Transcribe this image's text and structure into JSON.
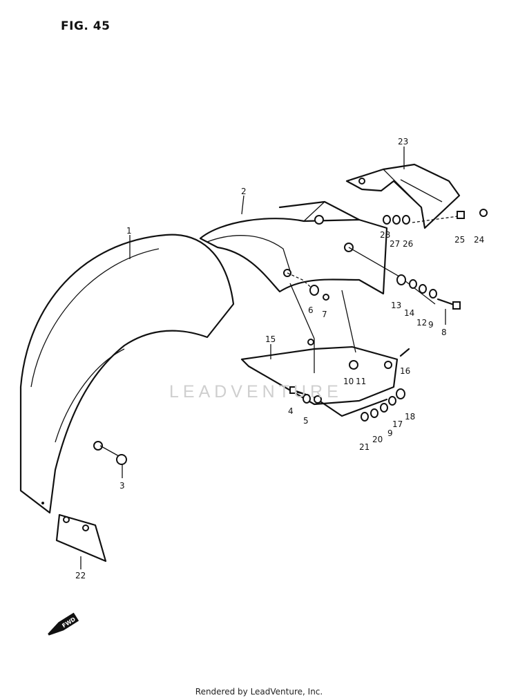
{
  "figure": {
    "title": "FIG. 45"
  },
  "watermark": {
    "text": "LEADVENTURE"
  },
  "fwd_mark": {
    "text": "FWD"
  },
  "footer": {
    "text": "Rendered by LeadVenture, Inc."
  },
  "callouts": {
    "c1": "1",
    "c2": "2",
    "c3": "3",
    "c4": "4",
    "c5": "5",
    "c6": "6",
    "c7": "7",
    "c8": "8",
    "c9a": "9",
    "c9b": "9",
    "c10": "10",
    "c11": "11",
    "c12": "12",
    "c13": "13",
    "c14": "14",
    "c15": "15",
    "c16": "16",
    "c17": "17",
    "c18": "18",
    "c20": "20",
    "c21": "21",
    "c22": "22",
    "c23": "23",
    "c24": "24",
    "c25": "25",
    "c26": "26",
    "c27": "27",
    "c28": "28"
  }
}
